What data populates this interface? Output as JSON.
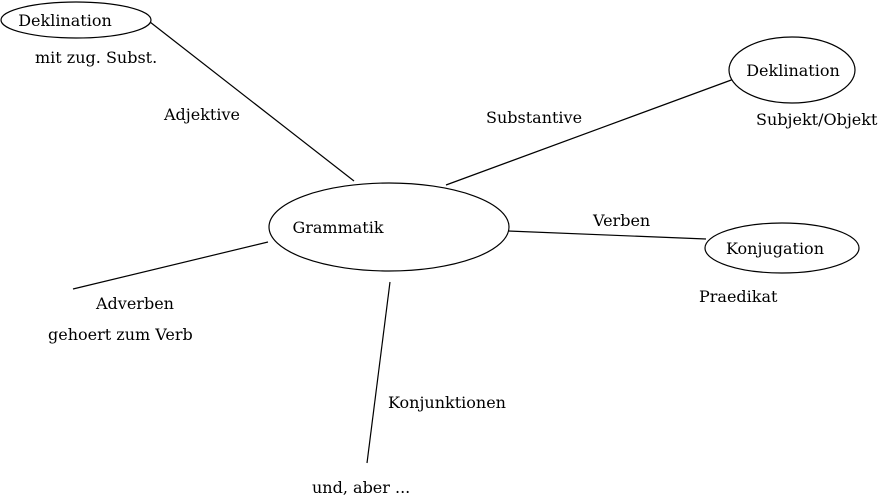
{
  "diagram": {
    "center": "Grammatik",
    "branches": [
      {
        "label": "Adjektive",
        "node": "Deklination",
        "note": "mit zug. Subst."
      },
      {
        "label": "Substantive",
        "node": "Deklination",
        "note": "Subjekt/Objekt"
      },
      {
        "label": "Verben",
        "node": "Konjugation",
        "note": "Praedikat"
      },
      {
        "label": "Adverben",
        "note": "gehoert zum Verb"
      },
      {
        "label": "Konjunktionen",
        "note": "und, aber ..."
      }
    ]
  },
  "colors": {
    "stroke": "#000000",
    "background": "#ffffff"
  }
}
